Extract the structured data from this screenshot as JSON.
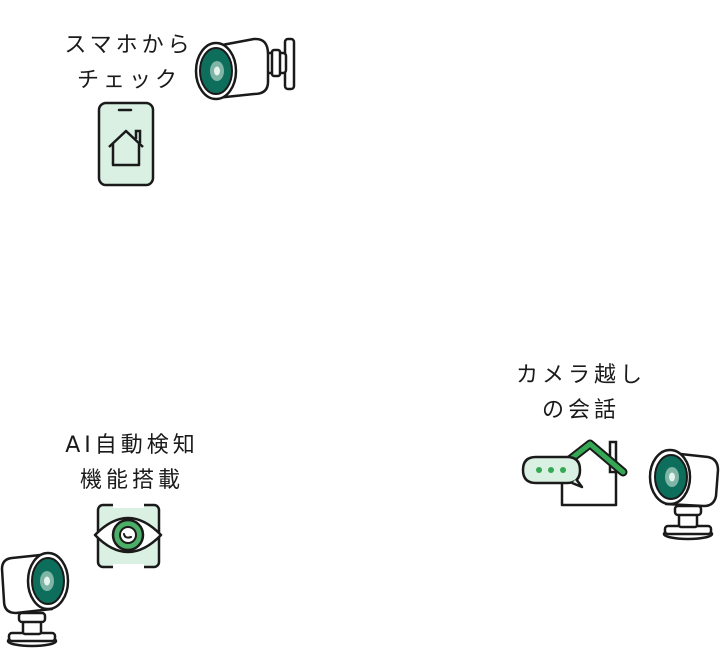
{
  "features": [
    {
      "line1": "スマホから",
      "line2": "チェック",
      "icon": "smartphone-home-icon"
    },
    {
      "line1": "カメラ越し",
      "line2": "の会話",
      "icon": "chat-house-icon"
    },
    {
      "line1": "AI自動検知",
      "line2": "機能搭載",
      "icon": "eye-detection-icon"
    }
  ],
  "colors": {
    "accent": "#0d6e5c",
    "accent_light": "#d9f0e3",
    "green": "#34a853",
    "outline": "#1a1a1a"
  },
  "cameras": [
    "wall-camera-icon",
    "standing-camera-icon",
    "standing-camera-icon"
  ]
}
